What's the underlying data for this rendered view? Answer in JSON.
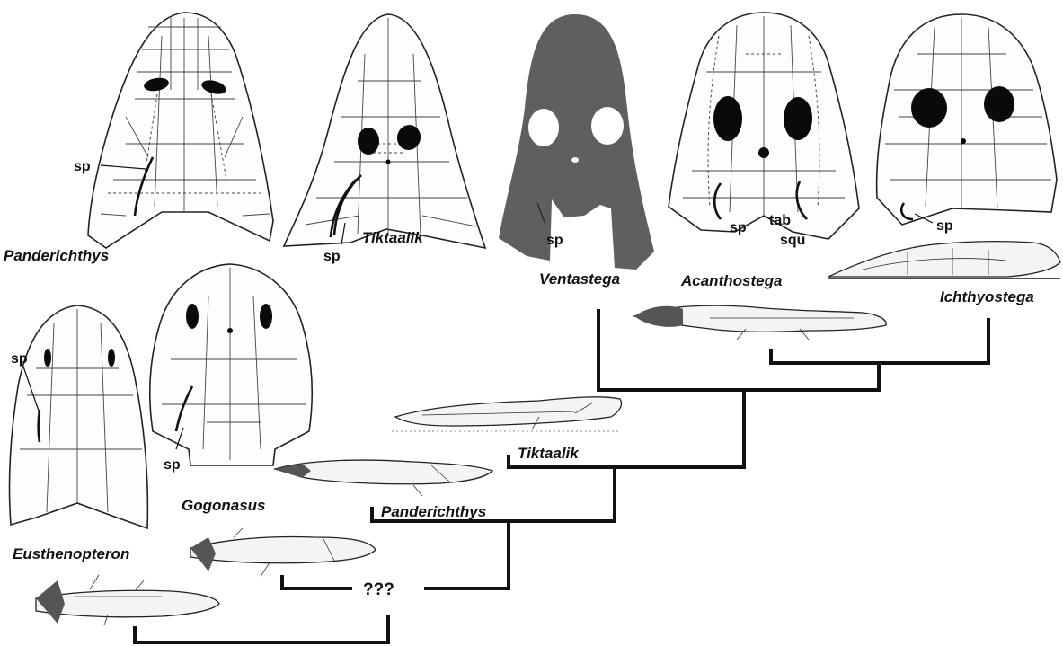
{
  "labels": {
    "panderichthys_skull": "Panderichthys",
    "tiktaalik_skull": "Tiktaalik",
    "ventastega": "Ventastega",
    "acanthostega": "Acanthostega",
    "ichthyostega": "Ichthyostega",
    "gogonasus": "Gogonasus",
    "eusthenopteron": "Eusthenopteron",
    "tiktaalik_body": "Tiktaalik",
    "panderichthys_body": "Panderichthys",
    "unknown_node": "???"
  },
  "skull_abbreviations": {
    "spiracle": "sp",
    "tabular": "tab",
    "squamosal": "squ"
  },
  "colors": {
    "ink": "#111111",
    "ventastega_silhouette": "#5f5f5f",
    "background": "#ffffff"
  },
  "icons": [
    "spiracle-mark",
    "orbit",
    "pineal-foramen"
  ]
}
